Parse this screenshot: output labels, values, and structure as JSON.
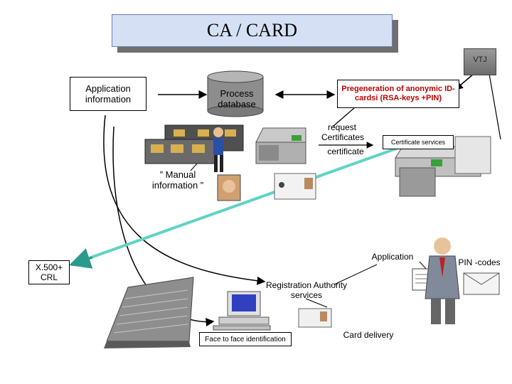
{
  "title": "CA / CARD",
  "vtj_label": "VTJ",
  "process_database": "Process database",
  "pregeneration": "Pregeneration of anonymic ID-cardsi (RSA-keys +PIN)",
  "application_information": "Application information",
  "request_label": "request",
  "certificates_label": "Certificates",
  "certificate_label": "certificate",
  "certificate_services": "Certificate services",
  "manual_information": "” Manual information ”",
  "application_label": "Application",
  "pin_codes": "PIN -codes",
  "x500_crl": "X.500+ CRL",
  "registration_authority": "Registration Authority services",
  "card_delivery": "Card delivery",
  "face_to_face": "Face to face identification",
  "colors": {
    "title_fill": "#d6e0f5",
    "accent_red": "#c00000",
    "network_line": "#5fd3c4",
    "database": "#8d8d8d"
  }
}
